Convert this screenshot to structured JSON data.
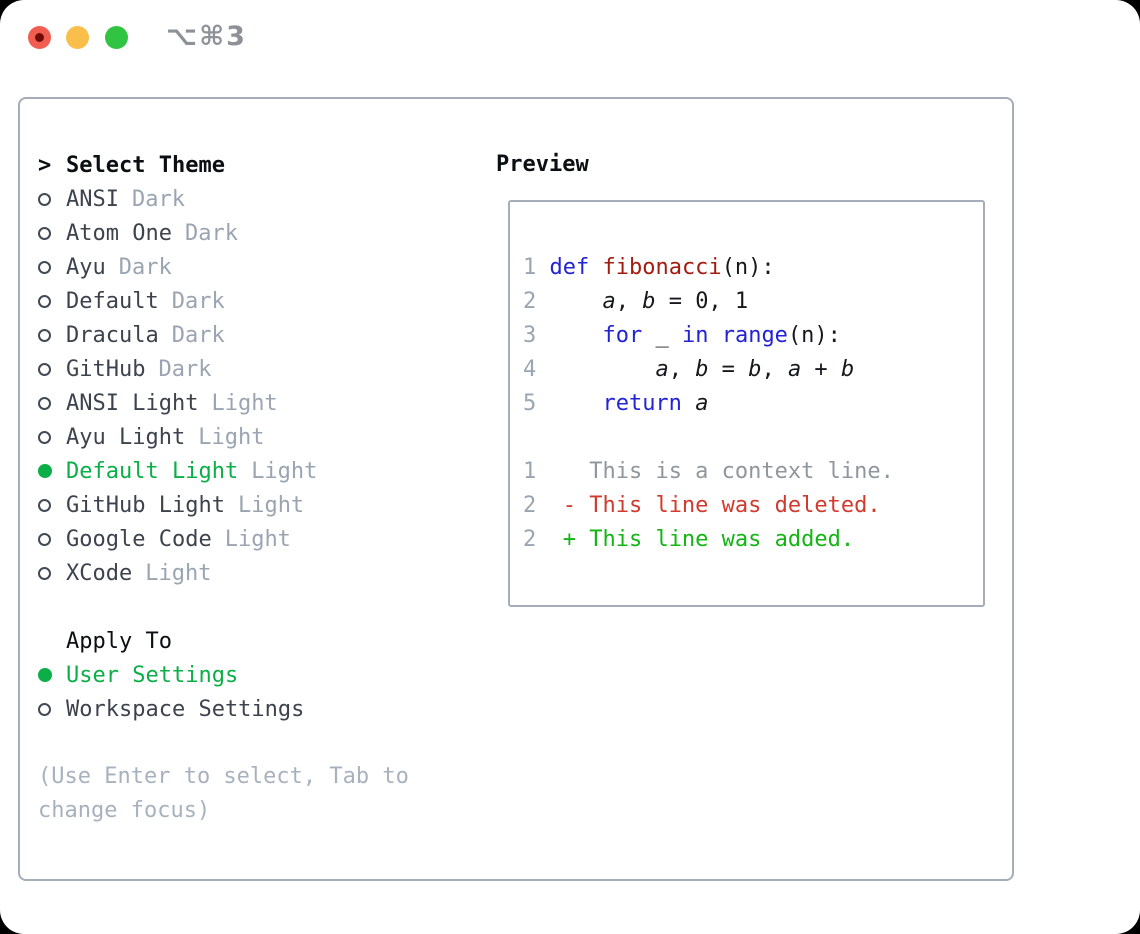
{
  "window": {
    "title": "⌥⌘3"
  },
  "colors": {
    "selection_green": "#0caf47",
    "keyword_blue": "#2323d6",
    "function_red": "#a31c12",
    "diff_deleted_red": "#d13a2e",
    "diff_added_green": "#13b513",
    "muted_gray": "#9aa5b1",
    "border_gray": "#a4adb8",
    "traffic_red": "#f25d52",
    "traffic_yellow": "#f9bf4a",
    "traffic_green": "#31c342"
  },
  "theme_selector": {
    "cursor": ">",
    "heading": "Select Theme",
    "themes": [
      {
        "name": "ANSI",
        "tag": "Dark",
        "selected": false
      },
      {
        "name": "Atom One",
        "tag": "Dark",
        "selected": false
      },
      {
        "name": "Ayu",
        "tag": "Dark",
        "selected": false
      },
      {
        "name": "Default",
        "tag": "Dark",
        "selected": false
      },
      {
        "name": "Dracula",
        "tag": "Dark",
        "selected": false
      },
      {
        "name": "GitHub",
        "tag": "Dark",
        "selected": false
      },
      {
        "name": "ANSI Light",
        "tag": "Light",
        "selected": false
      },
      {
        "name": "Ayu Light",
        "tag": "Light",
        "selected": false
      },
      {
        "name": "Default Light",
        "tag": "Light",
        "selected": true
      },
      {
        "name": "GitHub Light",
        "tag": "Light",
        "selected": false
      },
      {
        "name": "Google Code",
        "tag": "Light",
        "selected": false
      },
      {
        "name": "XCode",
        "tag": "Light",
        "selected": false
      }
    ]
  },
  "apply_to": {
    "heading": "Apply To",
    "options": [
      {
        "label": "User Settings",
        "selected": true
      },
      {
        "label": "Workspace Settings",
        "selected": false
      }
    ]
  },
  "hint": {
    "lines": [
      "(Use Enter to select, Tab to",
      "change focus)"
    ]
  },
  "preview": {
    "heading": "Preview",
    "code": [
      {
        "num": "1",
        "tokens": [
          {
            "text": "def",
            "type": "keyword"
          },
          {
            "text": " ",
            "type": "plain"
          },
          {
            "text": "fibonacci",
            "type": "function"
          },
          {
            "text": "(n):",
            "type": "plain"
          }
        ]
      },
      {
        "num": "2",
        "tokens": [
          {
            "text": "    ",
            "type": "plain"
          },
          {
            "text": "a",
            "type": "variable"
          },
          {
            "text": ", ",
            "type": "plain"
          },
          {
            "text": "b",
            "type": "variable"
          },
          {
            "text": " = 0, 1",
            "type": "plain"
          }
        ]
      },
      {
        "num": "3",
        "tokens": [
          {
            "text": "    ",
            "type": "plain"
          },
          {
            "text": "for",
            "type": "keyword"
          },
          {
            "text": " _ ",
            "type": "plain"
          },
          {
            "text": "in",
            "type": "keyword"
          },
          {
            "text": " ",
            "type": "plain"
          },
          {
            "text": "range",
            "type": "keyword"
          },
          {
            "text": "(n):",
            "type": "plain"
          }
        ]
      },
      {
        "num": "4",
        "tokens": [
          {
            "text": "        ",
            "type": "plain"
          },
          {
            "text": "a",
            "type": "variable"
          },
          {
            "text": ", ",
            "type": "plain"
          },
          {
            "text": "b",
            "type": "variable"
          },
          {
            "text": " = ",
            "type": "plain"
          },
          {
            "text": "b",
            "type": "variable"
          },
          {
            "text": ", ",
            "type": "plain"
          },
          {
            "text": "a",
            "type": "variable"
          },
          {
            "text": " + ",
            "type": "plain"
          },
          {
            "text": "b",
            "type": "variable"
          }
        ]
      },
      {
        "num": "5",
        "tokens": [
          {
            "text": "    ",
            "type": "plain"
          },
          {
            "text": "return",
            "type": "keyword"
          },
          {
            "text": " ",
            "type": "plain"
          },
          {
            "text": "a",
            "type": "variable"
          }
        ]
      }
    ],
    "diff": [
      {
        "num": "1",
        "marker": "  ",
        "text": "This is a context line.",
        "type": "context"
      },
      {
        "num": "2",
        "marker": "- ",
        "text": "This line was deleted.",
        "type": "deleted"
      },
      {
        "num": "2",
        "marker": "+ ",
        "text": "This line was added.",
        "type": "added"
      }
    ]
  }
}
